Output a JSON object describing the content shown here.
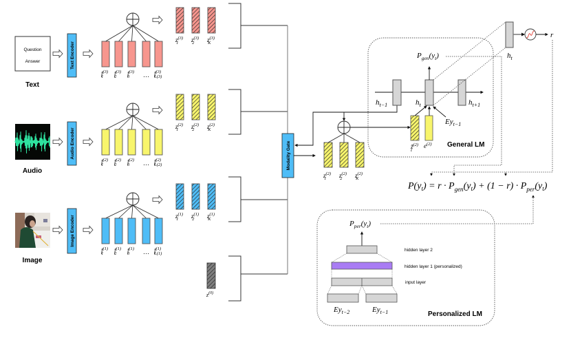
{
  "inputs": [
    {
      "modality": "Text",
      "encoder_label": "Text Encoder",
      "box_lines": [
        "Question",
        "Answer"
      ],
      "feature_color": "#f7968e",
      "level": "3"
    },
    {
      "modality": "Audio",
      "encoder_label": "Audio Encoder",
      "feature_color": "#f8f56c",
      "level": "2"
    },
    {
      "modality": "Image",
      "encoder_label": "Image Encoder",
      "feature_color": "#4fbdf7",
      "level": "1"
    }
  ],
  "features": {
    "text": [
      "f",
      "f",
      "f",
      "…",
      "f"
    ],
    "subscripts": [
      "1",
      "2",
      "3",
      "",
      "L"
    ],
    "ellipsis": "…"
  },
  "z_labels": {
    "subscripts": [
      "1",
      "2",
      "K"
    ],
    "base": "z",
    "zero_label_sup": "(0)"
  },
  "modality_gate": {
    "label": "Modality Gate",
    "color": "#4fbdf7"
  },
  "general_lm": {
    "title": "General LM",
    "h_prev": "h",
    "h_prev_sub": "t−1",
    "h_cur": "h",
    "h_cur_sub": "t",
    "h_next": "h",
    "h_next_sub": "t+1",
    "p_gen": "P",
    "p_gen_sub": "gen",
    "p_arg": "(y",
    "p_arg_sub": "t",
    "p_arg_close": ")",
    "ey": "Ey",
    "ey_sub": "t−1",
    "z_tilde": "z̃",
    "z_tilde_sub": "t",
    "z_tilde_sup": "(2)",
    "e": "e",
    "e_sup": "(2)"
  },
  "gate_output": {
    "h": "h",
    "h_sub": "t",
    "r": "r"
  },
  "formula": {
    "text": "P(y_t) = r · P_gen(y_t) + (1 − r) · P_per(y_t)",
    "lhs": "P(y",
    "lhs_sub": "t",
    "lhs_close": ") = r · P",
    "gen_sub": "gen",
    "mid": "(y",
    "mid_sub": "t",
    "mid_close": ") + (1 − r) · P",
    "per_sub": "per",
    "end": "(y",
    "end_sub": "t",
    "end_close": ")"
  },
  "personalized_lm": {
    "title": "Personalized LM",
    "p_per": "P",
    "p_per_sub": "per",
    "p_arg": "(y",
    "p_arg_sub": "t",
    "p_arg_close": ")",
    "layers": [
      "hidden layer 2",
      "hidden layer 1 (personalized)",
      "input layer"
    ],
    "ey_prev2": "Ey",
    "ey_prev2_sub": "t−2",
    "ey_prev1": "Ey",
    "ey_prev1_sub": "t−1",
    "personalized_color": "#a97cf4"
  },
  "colors": {
    "encoder": "#4fbdf7",
    "lm_box": "#d6d6d6",
    "z0": "#7f7f7f",
    "sigmoid": "#e0443a"
  }
}
